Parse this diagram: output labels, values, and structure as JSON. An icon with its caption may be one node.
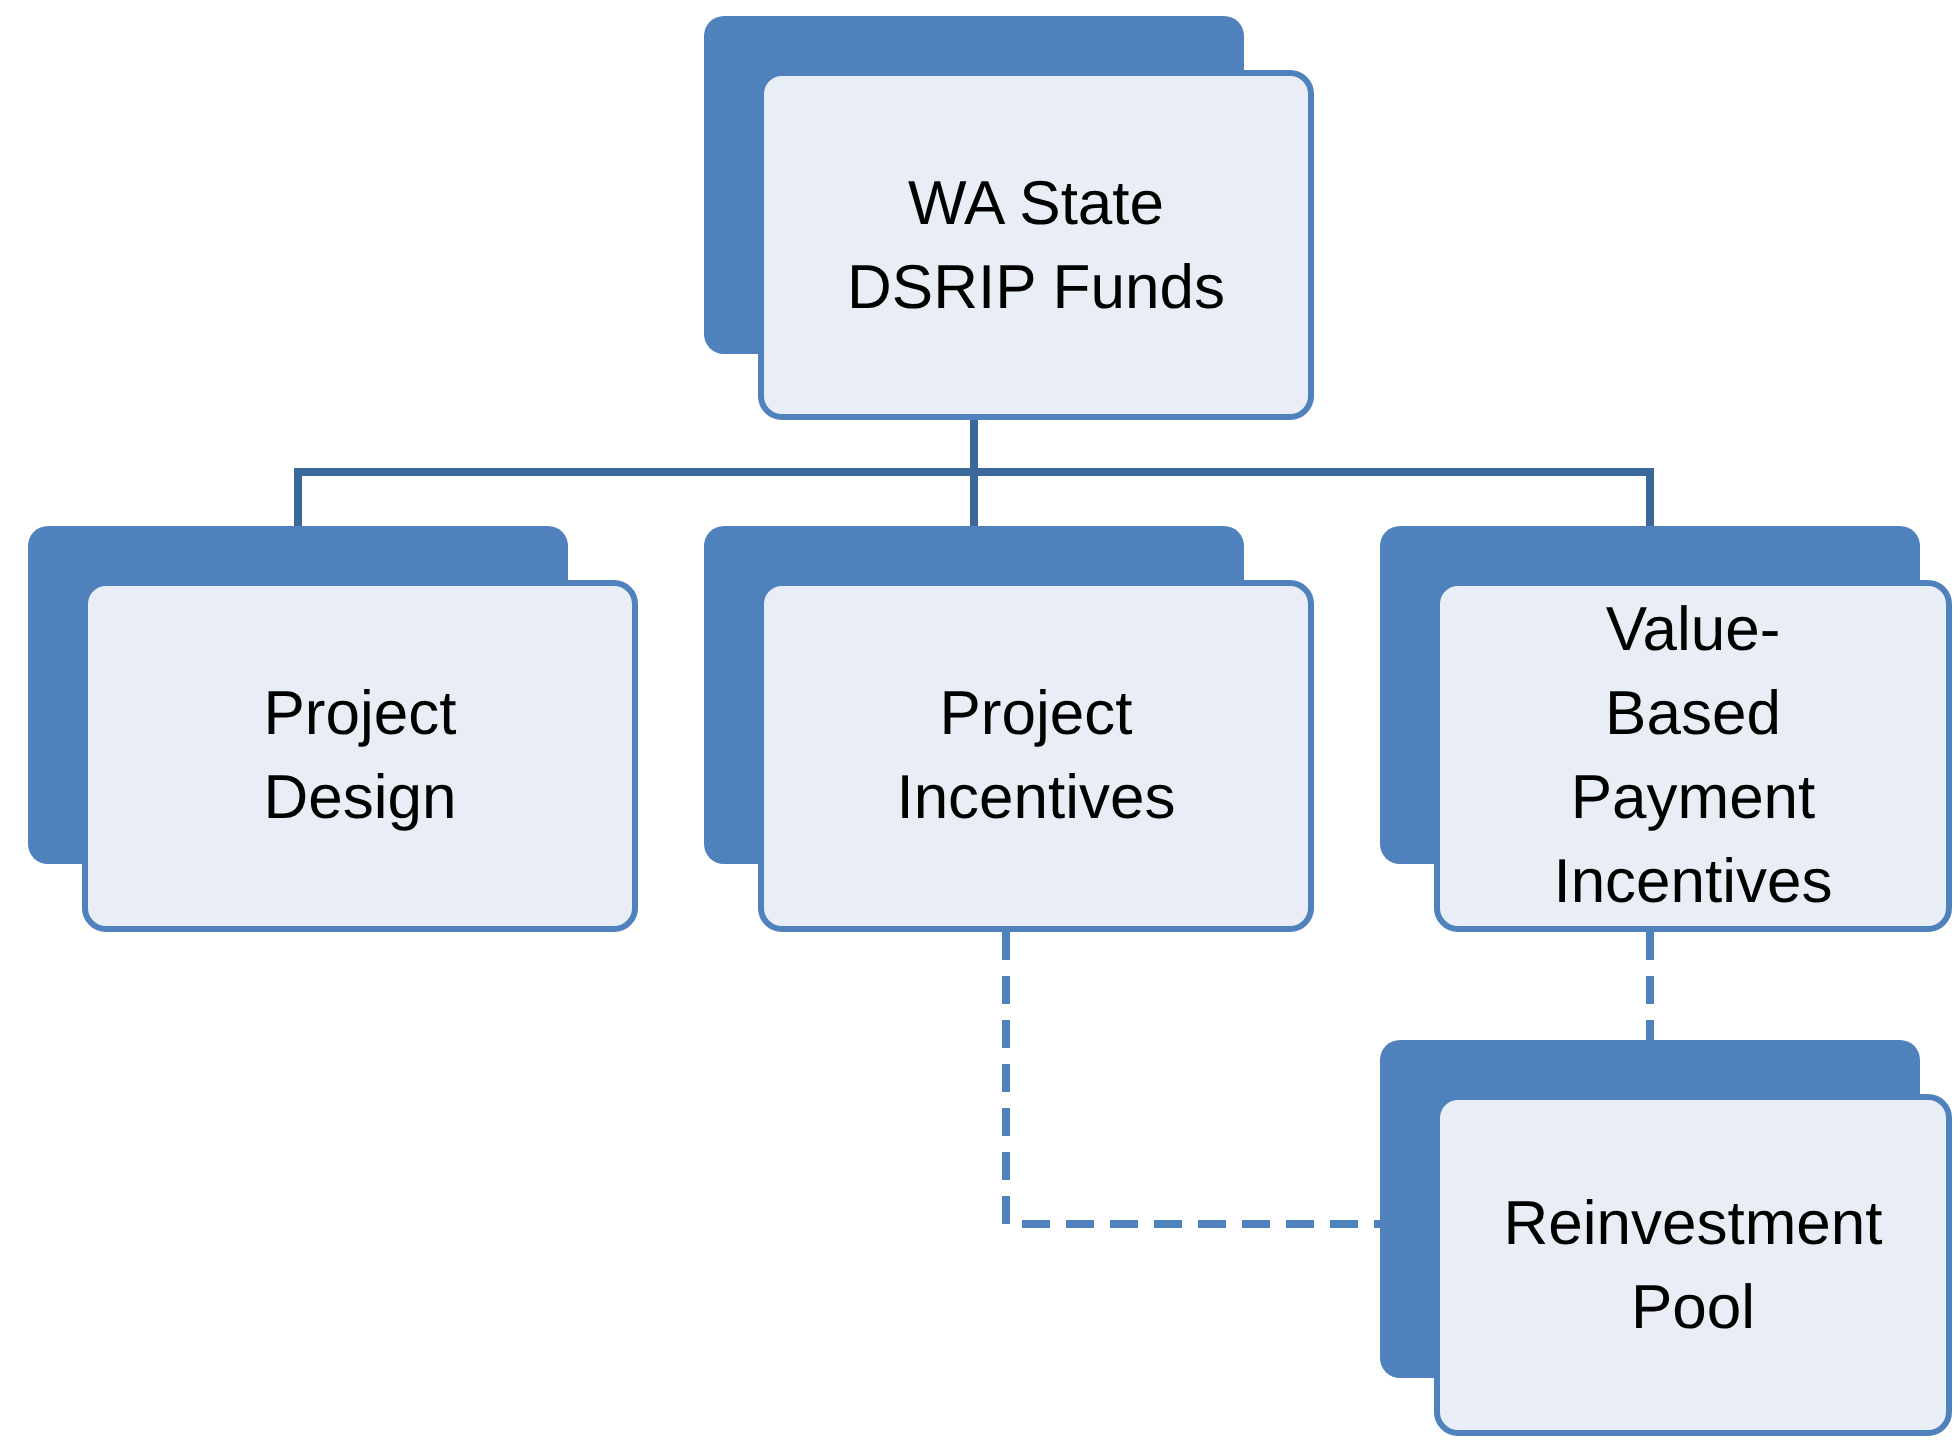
{
  "diagram": {
    "nodes": [
      {
        "text": [
          "WA State DSRIP Funds"
        ]
      },
      {
        "text": [
          "Project Design"
        ]
      },
      {
        "text": [
          "Project Incentives"
        ]
      },
      {
        "text": [
          "Value-Based Payment Incentives"
        ]
      },
      {
        "text": [
          "Reinvestment Pool"
        ]
      }
    ],
    "edges": [
      {
        "from": 0,
        "to": 1,
        "arrow": "none"
      },
      {
        "from": 0,
        "to": 2,
        "arrow": "none"
      },
      {
        "from": 0,
        "to": 3,
        "arrow": "none"
      },
      {
        "from": 2,
        "to": 4,
        "arrow": "none",
        "style": "dashed",
        "color": "#4f81bd"
      },
      {
        "from": 3,
        "to": 4,
        "arrow": "none",
        "style": "dashed",
        "color": "#4f81bd"
      }
    ]
  }
}
